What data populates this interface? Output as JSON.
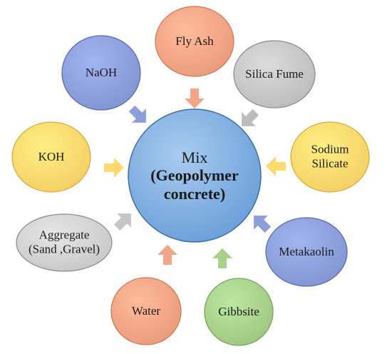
{
  "center": {
    "line1": "Mix",
    "line2": "(Geopolymer",
    "line3": "concrete)",
    "fill": "#7fb0e3",
    "stroke": "#3d6ea4"
  },
  "nodes": [
    {
      "id": "fly-ash",
      "lines": [
        "Fly Ash"
      ],
      "fill": "#f4a585",
      "stroke": "#d07a58",
      "arrow": "#f4a585"
    },
    {
      "id": "silica-fume",
      "lines": [
        "Silica Fume"
      ],
      "fill": "#c6c6c6",
      "stroke": "#8f8f8f",
      "arrow": "#bcbcbc"
    },
    {
      "id": "sodium-silicate",
      "lines": [
        "Sodium",
        "Silicate"
      ],
      "fill": "#ffd96e",
      "stroke": "#d7ad3c",
      "arrow": "#ffd96e"
    },
    {
      "id": "metakaolin",
      "lines": [
        "Metakaolin"
      ],
      "fill": "#8d9fdb",
      "stroke": "#5a6db0",
      "arrow": "#8d9fdb"
    },
    {
      "id": "gibbsite",
      "lines": [
        "Gibbsite"
      ],
      "fill": "#a8d18b",
      "stroke": "#74a758",
      "arrow": "#a8d18b"
    },
    {
      "id": "water",
      "lines": [
        "Water"
      ],
      "fill": "#f4a585",
      "stroke": "#d07a58",
      "arrow": "#f4a585"
    },
    {
      "id": "aggregate",
      "lines": [
        "Aggregate",
        "(Sand ,Gravel)"
      ],
      "fill": "#d1d1d1",
      "stroke": "#8f8f8f",
      "arrow": "#c6c6c6"
    },
    {
      "id": "koh",
      "lines": [
        "KOH"
      ],
      "fill": "#ffd96e",
      "stroke": "#d7ad3c",
      "arrow": "#ffd96e"
    },
    {
      "id": "naoh",
      "lines": [
        "NaOH"
      ],
      "fill": "#8d9fdb",
      "stroke": "#5a6db0",
      "arrow": "#8d9fdb"
    }
  ]
}
